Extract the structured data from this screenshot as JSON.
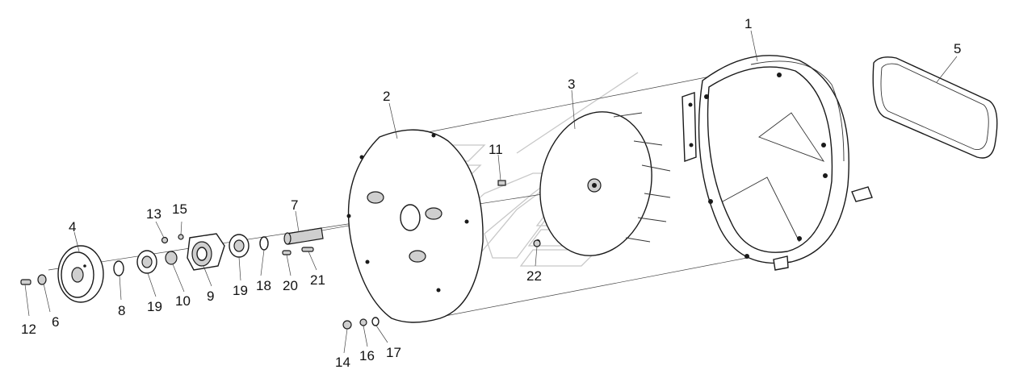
{
  "callouts": [
    {
      "id": "1",
      "text": "1"
    },
    {
      "id": "2",
      "text": "2"
    },
    {
      "id": "3",
      "text": "3"
    },
    {
      "id": "4",
      "text": "4"
    },
    {
      "id": "5",
      "text": "5"
    },
    {
      "id": "6",
      "text": "6"
    },
    {
      "id": "7",
      "text": "7"
    },
    {
      "id": "8",
      "text": "8"
    },
    {
      "id": "9",
      "text": "9"
    },
    {
      "id": "10",
      "text": "10"
    },
    {
      "id": "11",
      "text": "11"
    },
    {
      "id": "12",
      "text": "12"
    },
    {
      "id": "13",
      "text": "13"
    },
    {
      "id": "14",
      "text": "14"
    },
    {
      "id": "15",
      "text": "15"
    },
    {
      "id": "16",
      "text": "16"
    },
    {
      "id": "17",
      "text": "17"
    },
    {
      "id": "18",
      "text": "18"
    },
    {
      "id": "19a",
      "text": "19"
    },
    {
      "id": "19b",
      "text": "19"
    },
    {
      "id": "20",
      "text": "20"
    },
    {
      "id": "21",
      "text": "21"
    },
    {
      "id": "22",
      "text": "22"
    }
  ]
}
